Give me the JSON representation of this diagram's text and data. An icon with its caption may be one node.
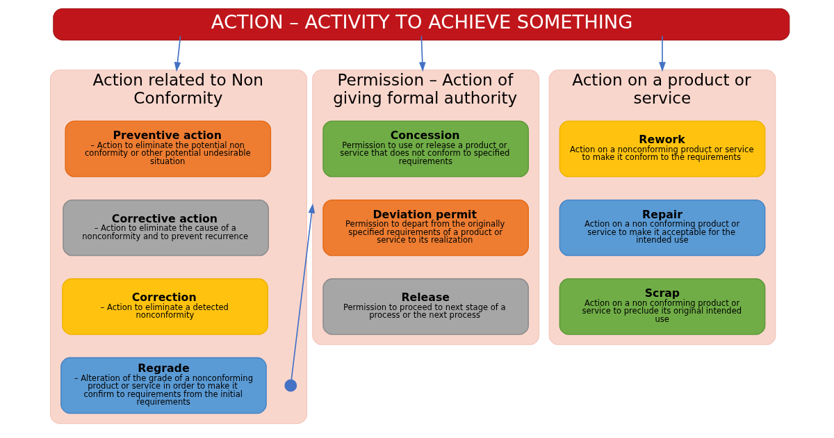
{
  "diagram": {
    "nodes": [
      {
        "text": [
          "ACTION – ACTIVITY TO ACHIEVE SOMETHING"
        ]
      },
      {
        "text": [
          "Action related to Non Conformity"
        ]
      },
      {
        "text": [
          "Preventive action",
          "– Action to eliminate the potential non conformity or other potential undesirable situation"
        ],
        "in": 1
      },
      {
        "text": [
          "Corrective action",
          "– Action to eliminate the cause of a nonconformity and to prevent recurrence"
        ],
        "in": 1
      },
      {
        "text": [
          "Correction",
          "– Action to eliminate a detected nonconformity"
        ],
        "in": 1
      },
      {
        "text": [
          "Regrade",
          "– Alteration of the grade of a nonconforming product or service in order to make it confirm to requirements from the initial requirements"
        ],
        "in": 1
      },
      {
        "text": [
          "Permission – Action of giving formal authority"
        ]
      },
      {
        "text": [
          "Concession",
          "Permission to use or release a product or service that does not conform to specified requirements"
        ],
        "in": 6
      },
      {
        "text": [
          "Deviation permit",
          "Permission to depart from the originally specified requirements of a product or service to its realization"
        ],
        "in": 6
      },
      {
        "text": [
          "Release",
          "Permission to proceed to next stage of a process or the next process"
        ],
        "in": 6
      },
      {
        "text": [
          "Action on a product or service"
        ]
      },
      {
        "text": [
          "Rework",
          "Action on a nonconforming product or service to make it conform to the requirements"
        ],
        "in": 10
      },
      {
        "text": [
          "Repair",
          "Action on a non conforming product or service to make it acceptable for the intended use"
        ],
        "in": 10
      },
      {
        "text": [
          "Scrap",
          "Action on a non conforming product or service to preclude its original intended use"
        ],
        "in": 10
      },
      {
        "text": [],
        "shape": "circle",
        "in": 1
      }
    ],
    "edges": [
      {
        "from": 0,
        "to": 1,
        "arrow": "to"
      },
      {
        "from": 0,
        "to": 6,
        "arrow": "to"
      },
      {
        "from": 0,
        "to": 10,
        "arrow": "to"
      },
      {
        "from": 14,
        "to": 6,
        "arrow": "to"
      }
    ]
  }
}
